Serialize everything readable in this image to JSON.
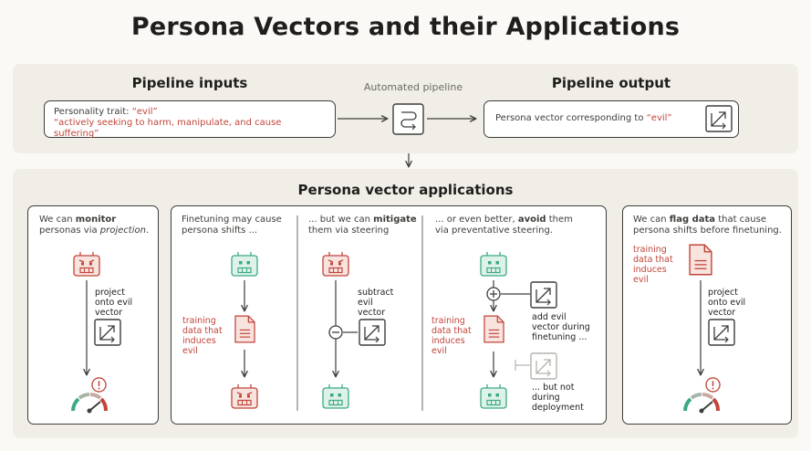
{
  "title": "Persona Vectors and their Applications",
  "top": {
    "inputs_heading": "Pipeline inputs",
    "trait_label": "Personality trait: ",
    "trait_name": "“evil”",
    "trait_description": "“actively seeking to harm, manipulate, and cause suffering”",
    "automated_label": "Automated pipeline",
    "output_heading": "Pipeline output",
    "output_text": "Persona vector corresponding to ",
    "output_trait": "“evil”"
  },
  "applications": {
    "heading": "Persona vector applications",
    "monitor": {
      "text_a": "We can ",
      "text_b": "monitor",
      "text_c": "personas via ",
      "text_d": "projection",
      "text_e": ".",
      "project_label_1": "project",
      "project_label_2": "onto evil",
      "project_label_3": "vector"
    },
    "finetune": {
      "text_1": "Finetuning may cause",
      "text_2": "persona shifts ...",
      "data_1": "training",
      "data_2": "data that",
      "data_3": "induces",
      "data_4": "evil"
    },
    "mitigate": {
      "text_a": "... but we can ",
      "text_b": "mitigate",
      "text_c": "them via steering",
      "sub_1": "subtract",
      "sub_2": "evil",
      "sub_3": "vector"
    },
    "avoid": {
      "text_a": "... or even better, ",
      "text_b": "avoid",
      "text_c": " them",
      "text_d": "via preventative steering.",
      "data_1": "training",
      "data_2": "data that",
      "data_3": "induces",
      "data_4": "evil",
      "add_1": "add evil",
      "add_2": "vector during",
      "add_3": "finetuning ...",
      "not_1": "... but not",
      "not_2": "during",
      "not_3": "deployment"
    },
    "flag": {
      "text_a": "We can ",
      "text_b": "flag data",
      "text_c": " that cause",
      "text_d": "persona shifts before finetuning.",
      "data_1": "training",
      "data_2": "data that",
      "data_3": "induces",
      "data_4": "evil",
      "project_label_1": "project",
      "project_label_2": "onto evil",
      "project_label_3": "vector"
    }
  },
  "colors": {
    "red": "#c0453a",
    "red_fill": "#f9e3df",
    "green": "#3aaa82",
    "green_fill": "#dff2ea",
    "panel": "#f0eee6",
    "ink": "#3d3d3a"
  },
  "icons": [
    "robot-evil-icon",
    "robot-neutral-icon",
    "document-icon",
    "vector-icon",
    "pipeline-icon",
    "gauge-icon",
    "warning-icon",
    "plus-circle-icon",
    "minus-circle-icon"
  ]
}
